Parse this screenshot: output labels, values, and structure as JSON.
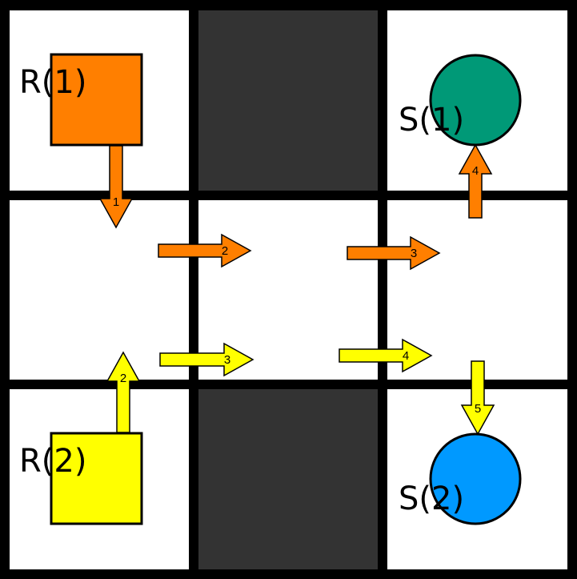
{
  "grid": {
    "rows": 3,
    "cols": 3,
    "cells": [
      [
        "open",
        "blocked",
        "open"
      ],
      [
        "open",
        "open",
        "open"
      ],
      [
        "open",
        "blocked",
        "open"
      ]
    ],
    "colors": {
      "open": "#ffffff",
      "blocked": "#333333",
      "border": "#000000"
    }
  },
  "robots": [
    {
      "label": "R(1)",
      "row": 0,
      "col": 0,
      "color": "#ff7f00"
    },
    {
      "label": "R(2)",
      "row": 2,
      "col": 0,
      "color": "#ffff00"
    }
  ],
  "stations": [
    {
      "label": "S(1)",
      "row": 0,
      "col": 2,
      "color": "#009977"
    },
    {
      "label": "S(2)",
      "row": 2,
      "col": 2,
      "color": "#0099ff"
    }
  ],
  "paths": [
    {
      "robot": "R(1)",
      "color": "#ff7f00",
      "steps": [
        {
          "step": "1",
          "from": [
            0,
            0
          ],
          "to": [
            1,
            0
          ],
          "direction": "down"
        },
        {
          "step": "2",
          "from": [
            1,
            0
          ],
          "to": [
            1,
            1
          ],
          "direction": "right"
        },
        {
          "step": "3",
          "from": [
            1,
            1
          ],
          "to": [
            1,
            2
          ],
          "direction": "right"
        },
        {
          "step": "4",
          "from": [
            1,
            2
          ],
          "to": [
            0,
            2
          ],
          "direction": "up"
        }
      ]
    },
    {
      "robot": "R(2)",
      "color": "#ffff00",
      "steps": [
        {
          "step": "2",
          "from": [
            2,
            0
          ],
          "to": [
            1,
            0
          ],
          "direction": "up"
        },
        {
          "step": "3",
          "from": [
            1,
            0
          ],
          "to": [
            1,
            1
          ],
          "direction": "right"
        },
        {
          "step": "4",
          "from": [
            1,
            1
          ],
          "to": [
            1,
            2
          ],
          "direction": "right"
        },
        {
          "step": "5",
          "from": [
            1,
            2
          ],
          "to": [
            2,
            2
          ],
          "direction": "down"
        }
      ]
    }
  ]
}
